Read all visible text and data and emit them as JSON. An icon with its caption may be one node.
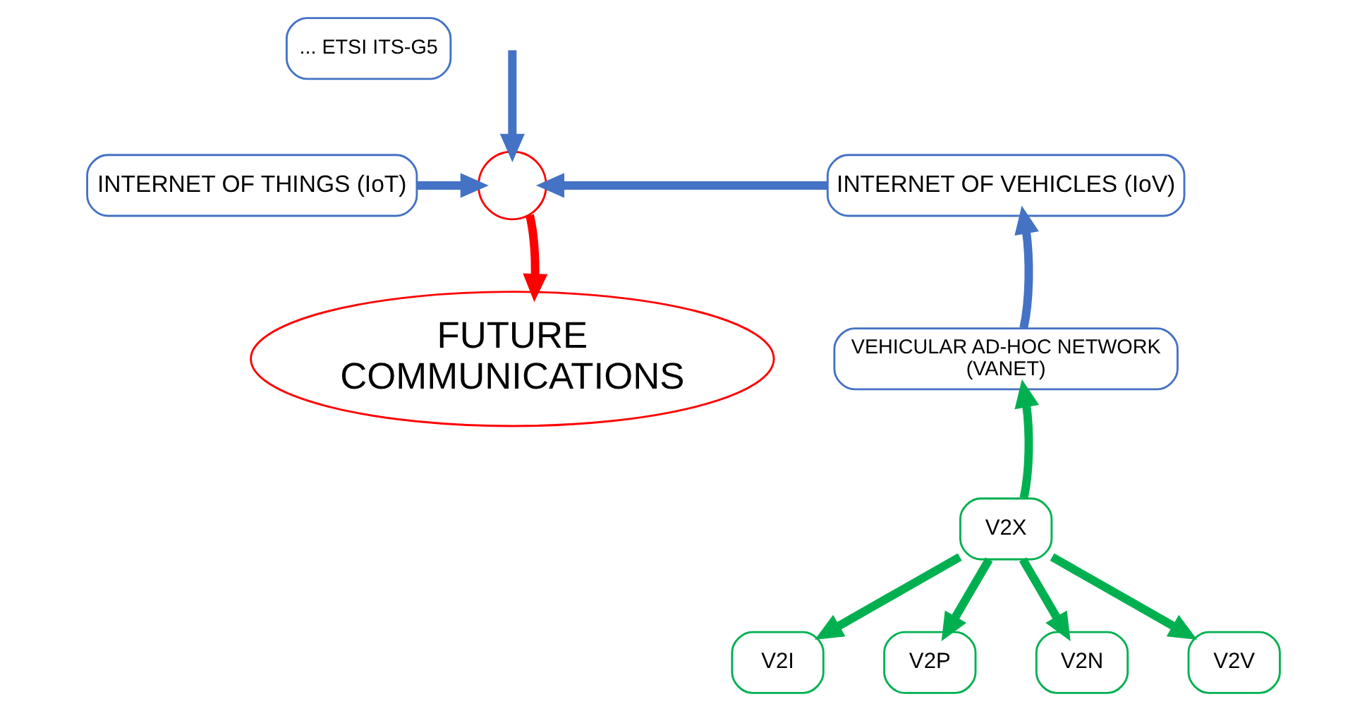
{
  "diagram": {
    "nodes": [
      {
        "text": [
          "... ETSI ITS-G5"
        ]
      },
      {
        "text": [
          "INTERNET OF THINGS (IoT)"
        ]
      },
      {
        "text": [],
        "shape": "circle"
      },
      {
        "text": [
          "INTERNET OF VEHICLES (IoV)"
        ]
      },
      {
        "text": [
          "VEHICULAR AD-HOC NETWORK (VANET)"
        ]
      },
      {
        "text": [
          "FUTURE COMMUNICATIONS"
        ]
      },
      {
        "text": [
          "V2X"
        ]
      },
      {
        "text": [
          "V2I"
        ]
      },
      {
        "text": [
          "V2P"
        ]
      },
      {
        "text": [
          "V2N"
        ]
      },
      {
        "text": [
          "V2V"
        ]
      }
    ],
    "edges": [
      {
        "from": null,
        "to": 2,
        "arrow": "to",
        "color": "#4472c4"
      },
      {
        "from": 1,
        "to": 2,
        "arrow": "to",
        "color": "#4472c4"
      },
      {
        "from": 3,
        "to": 2,
        "arrow": "to",
        "color": "#4472c4"
      },
      {
        "from": 2,
        "to": 5,
        "arrow": "to",
        "color": "#ff0000"
      },
      {
        "from": 4,
        "to": 3,
        "arrow": "to",
        "color": "#4472c4"
      },
      {
        "from": 6,
        "to": 4,
        "arrow": "to",
        "color": "#00b050"
      },
      {
        "from": 6,
        "to": 7,
        "arrow": "to",
        "color": "#00b050"
      },
      {
        "from": 6,
        "to": 8,
        "arrow": "to",
        "color": "#00b050"
      },
      {
        "from": 6,
        "to": 9,
        "arrow": "to",
        "color": "#00b050"
      },
      {
        "from": 6,
        "to": 10,
        "arrow": "to",
        "color": "#00b050"
      }
    ]
  }
}
